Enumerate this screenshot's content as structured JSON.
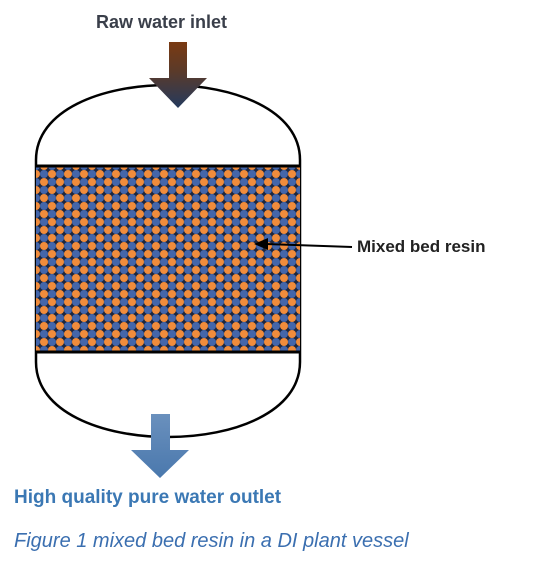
{
  "labels": {
    "inlet": "Raw water inlet",
    "resin": "Mixed bed resin",
    "outlet": "High quality pure water outlet"
  },
  "caption": "Figure 1 mixed bed resin in a DI plant vessel",
  "icons": {
    "inlet_arrow": "down-arrow-icon",
    "outlet_arrow": "down-arrow-icon",
    "pointer_arrow": "left-arrow-icon"
  },
  "colors": {
    "vessel_outline": "#000000",
    "resin_background": "#1d2740",
    "resin_bead_orange": "#f08c3c",
    "resin_bead_blue": "#4466aa",
    "inlet_arrow_top": "#7a3a12",
    "inlet_arrow_bottom": "#243a5e",
    "outlet_arrow": "#4a78ad",
    "caption_text": "#3b6fb0",
    "outlet_text": "#3b78b4"
  }
}
